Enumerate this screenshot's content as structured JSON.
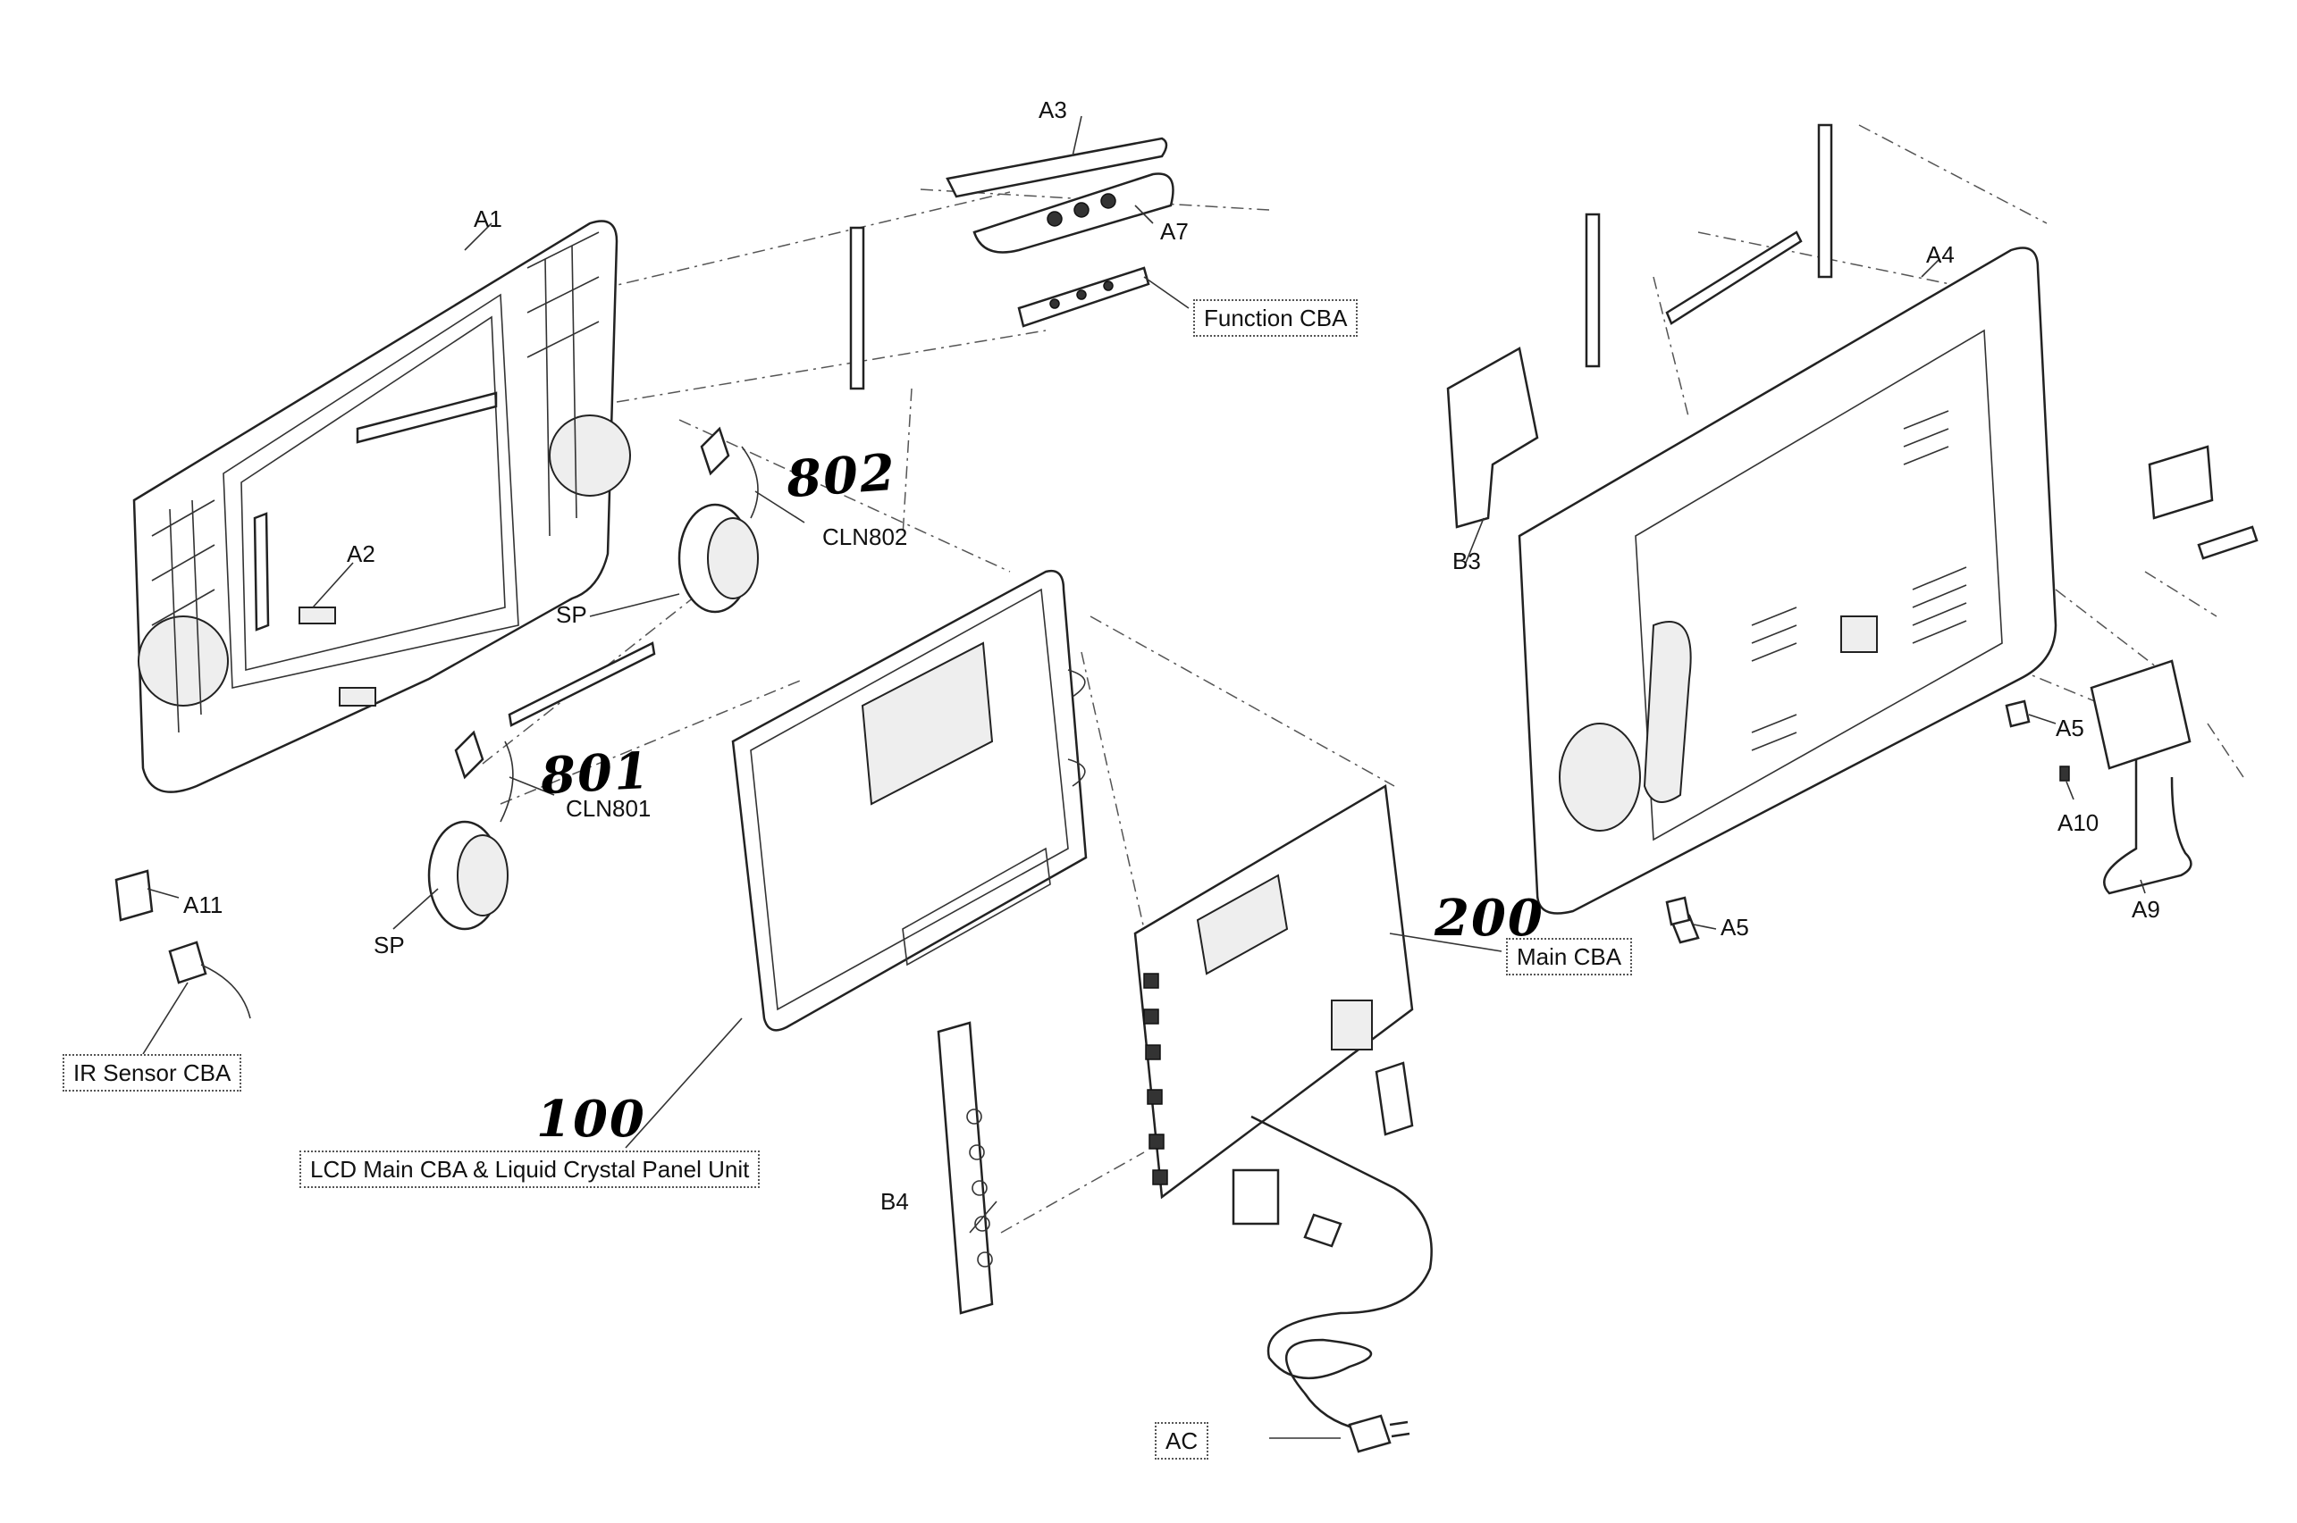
{
  "labels": {
    "a1": "A1",
    "a2": "A2",
    "a3": "A3",
    "a4": "A4",
    "a5_top": "A5",
    "a5_bottom": "A5",
    "a7": "A7",
    "a9": "A9",
    "a10": "A10",
    "a11": "A11",
    "b3": "B3",
    "b4": "B4",
    "sp_top": "SP",
    "sp_bottom": "SP",
    "cln802": "CLN802",
    "cln801": "CLN801",
    "function_cba": "Function CBA",
    "ir_sensor_cba": "IR Sensor CBA",
    "lcd_main_cba": "LCD Main CBA & Liquid Crystal Panel Unit",
    "main_cba": "Main CBA",
    "ac": "AC"
  },
  "handwritten": {
    "n802": "802",
    "n801": "801",
    "n100": "100",
    "n200": "200"
  }
}
